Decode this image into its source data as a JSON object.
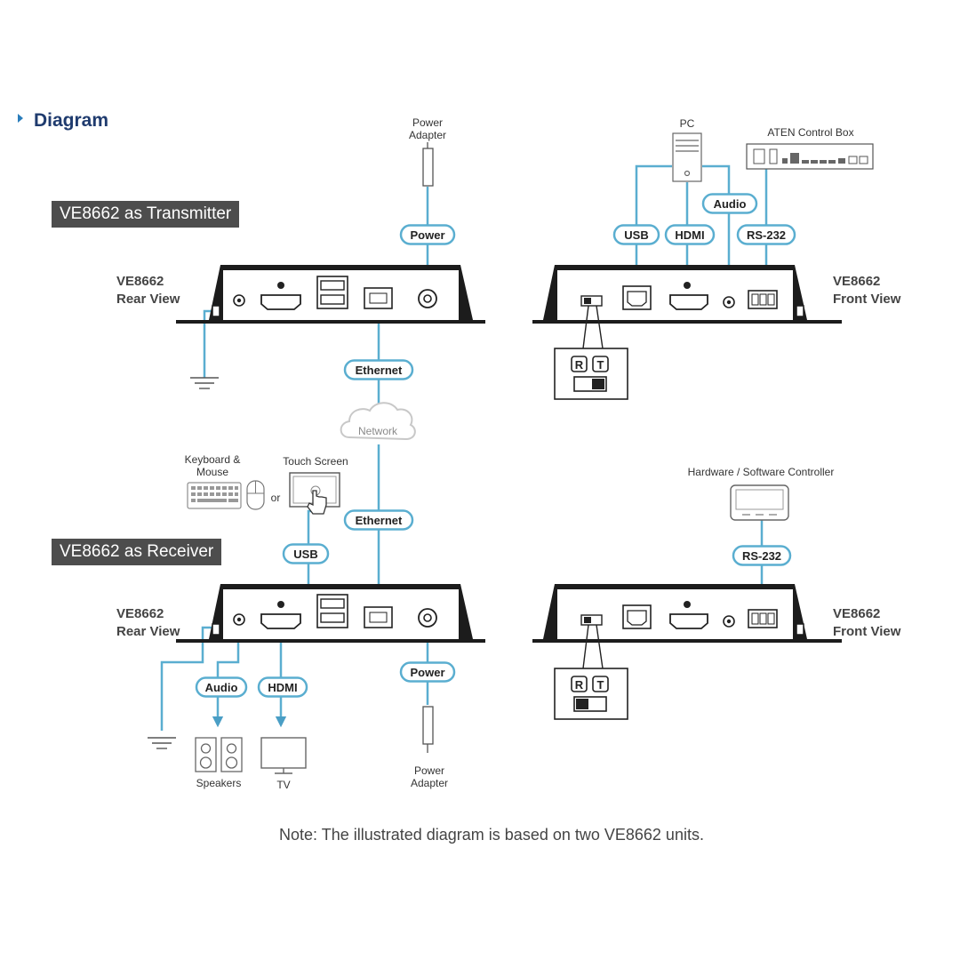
{
  "header": {
    "title": "Diagram",
    "accent": "#2a7dbb",
    "title_color": "#1f3b6e"
  },
  "colors": {
    "line": "#5aaed0",
    "device": "#1c1c1c",
    "pill_border": "#5aaed0"
  },
  "sections": {
    "transmitter_banner": "VE8662 as Transmitter",
    "receiver_banner": "VE8662 as Receiver"
  },
  "views": {
    "tx_rear": [
      "VE8662",
      "Rear View"
    ],
    "tx_front": [
      "VE8662",
      "Front View"
    ],
    "rx_rear": [
      "VE8662",
      "Rear View"
    ],
    "rx_front": [
      "VE8662",
      "Front View"
    ]
  },
  "components": {
    "power_adapter_top": [
      "Power",
      "Adapter"
    ],
    "power_adapter_bottom": [
      "Power",
      "Adapter"
    ],
    "pc": "PC",
    "aten_control_box": "ATEN Control Box",
    "network": "Network",
    "keyboard_mouse": [
      "Keyboard &",
      "Mouse"
    ],
    "or": "or",
    "touch_screen": "Touch Screen",
    "hw_sw_controller": "Hardware / Software Controller",
    "speakers": "Speakers",
    "tv": "TV"
  },
  "switch_labels": {
    "r": "R",
    "t": "T"
  },
  "connections": {
    "power_tx": "Power",
    "ethernet_tx": "Ethernet",
    "ethernet_rx": "Ethernet",
    "usb_front": "USB",
    "hdmi_front": "HDMI",
    "audio_front": "Audio",
    "rs232_front": "RS-232",
    "usb_rx": "USB",
    "rs232_rx": "RS-232",
    "audio_rx": "Audio",
    "hdmi_rx": "HDMI",
    "power_rx": "Power"
  },
  "note": "Note: The illustrated diagram is based on two VE8662 units."
}
